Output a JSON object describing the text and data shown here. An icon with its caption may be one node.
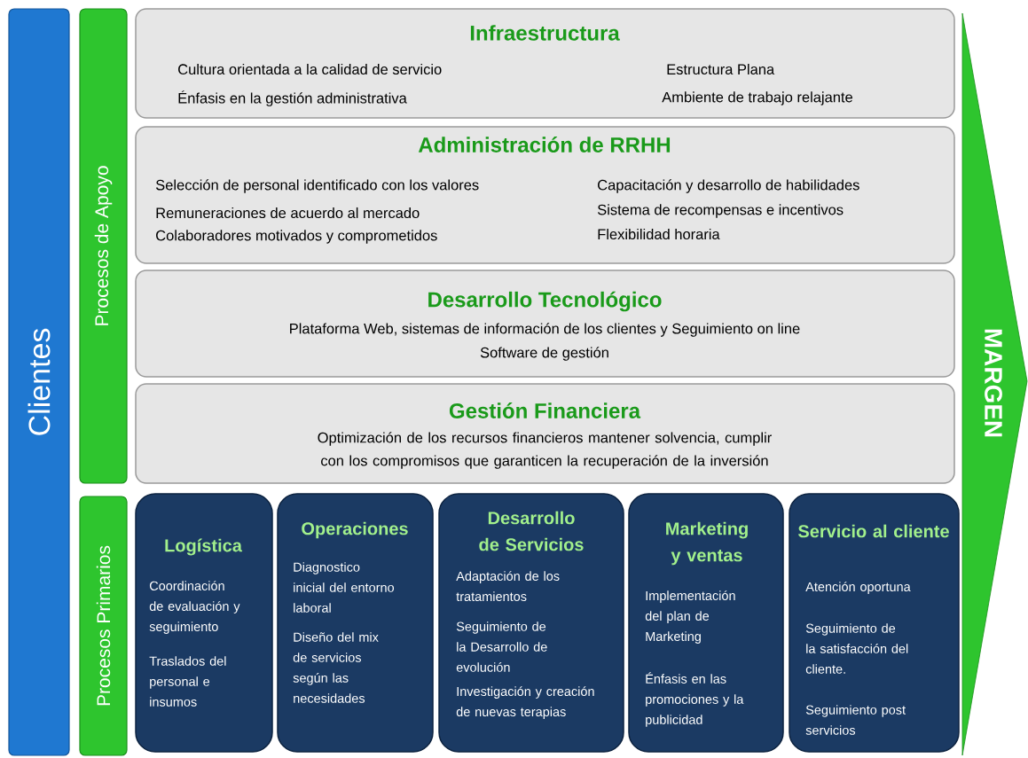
{
  "diagram": {
    "nodes": [
      {
        "text": [
          "Clientes"
        ]
      },
      {
        "text": [
          "Procesos de Apoyo"
        ]
      },
      {
        "text": [
          "Procesos Primarios"
        ]
      },
      {
        "text": [
          "MARGEN"
        ]
      },
      {
        "text": [
          "Infraestructura",
          "Cultura orientada a la calidad de servicio",
          "Estructura Plana",
          "Énfasis en la gestión administrativa",
          "Ambiente de trabajo relajante"
        ]
      },
      {
        "text": [
          "Administración de RRHH",
          "Selección de personal identificado con los valores",
          "Capacitación y desarrollo de habilidades",
          "Remuneraciones de acuerdo al mercado",
          "Sistema de recompensas e incentivos",
          "Colaboradores motivados y comprometidos",
          "Flexibilidad horaria"
        ]
      },
      {
        "text": [
          "Desarrollo Tecnológico",
          "Plataforma Web, sistemas de información de los clientes y Seguimiento on line",
          "Software de gestión"
        ]
      },
      {
        "text": [
          "Gestión Financiera",
          "Optimización de los recursos financieros mantener solvencia, cumplir con los compromisos que garanticen la recuperación de la inversión"
        ]
      },
      {
        "text": [
          "Logística",
          "Coordinación de evaluación y seguimiento",
          "Traslados del personal e insumos"
        ]
      },
      {
        "text": [
          "Operaciones",
          "Diagnostico inicial del entorno laboral",
          "Diseño del mix de servicios según las necesidades"
        ]
      },
      {
        "text": [
          "Desarrollo de Servicios",
          "Adaptación de los tratamientos",
          "Seguimiento de la Desarrollo de evolución",
          "Investigación y creación de nuevas terapias"
        ]
      },
      {
        "text": [
          "Marketing y ventas",
          "Implementación del plan de Marketing",
          "Énfasis en las promociones y la publicidad"
        ]
      },
      {
        "text": [
          "Servicio al cliente",
          "Atención oportuna",
          "Seguimiento de la satisfacción del cliente.",
          "Seguimiento post servicios"
        ]
      }
    ]
  }
}
